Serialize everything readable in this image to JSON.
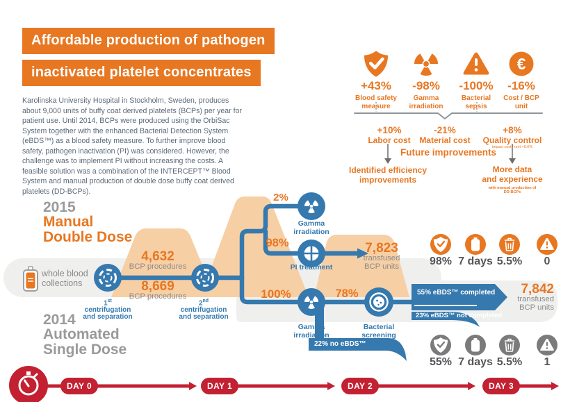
{
  "title": {
    "line1": "Affordable production of pathogen",
    "line2": "inactivated platelet concentrates"
  },
  "intro": "Karolinska University Hospital in Stockholm, Sweden, produces about 9,000 units of buffy coat derived platelets (BCPs) per year for patient use. Until 2014, BCPs were produced using the OrbiSac System together with the enhanced Bacterial Detection System (eBDS™) as a blood safety measure. To further improve blood safety, pathogen inactivation (PI) was considered. However, the challenge was to implement PI without increasing the costs. A feasible solution was a combination of the INTERCEPT™ Blood System and manual production of double dose buffy coat derived platelets (DD-BCPs).",
  "outcomes": {
    "items": [
      {
        "icon": "shield-check-icon",
        "value": "+43%",
        "label": "Blood safety measure"
      },
      {
        "icon": "radiation-icon",
        "value": "-98%",
        "label": "Gamma irradiation"
      },
      {
        "icon": "warning-icon",
        "value": "-100%",
        "label": "Bacterial sepsis"
      },
      {
        "icon": "euro-icon",
        "value": "-16%",
        "label": "Cost / BCP unit"
      }
    ],
    "euro_symbol": "€"
  },
  "costs": {
    "items": [
      {
        "value": "+10%",
        "label": "Labor cost"
      },
      {
        "value": "-21%",
        "label": "Material cost"
      },
      {
        "value": "+8%",
        "label": "Quality control",
        "note": "impact cost / unit +0.6%"
      }
    ],
    "future_heading": "Future improvements",
    "labor_outcome_line1": "Identified efficiency",
    "labor_outcome_line2": "improvements",
    "quality_outcome_line1": "More data",
    "quality_outcome_line2": "and experience",
    "quality_outcome_note": "with manual production of DD-BCPs"
  },
  "flow": {
    "year_2015": "2015",
    "method_2015_line1": "Manual",
    "method_2015_line2": "Double Dose",
    "year_2014": "2014",
    "method_2014_line1": "Automated",
    "method_2014_line2": "Single Dose",
    "source_label": "whole blood collections",
    "centrifugation_1": {
      "num": "1",
      "suffix": "st",
      "line1": "centrifugation",
      "line2": "and separation"
    },
    "centrifugation_2": {
      "num": "2",
      "suffix": "nd",
      "line1": "centrifugation",
      "line2": "and separation"
    },
    "bcp_2015": {
      "value": "4,632",
      "label": "BCP procedures"
    },
    "bcp_2014": {
      "value": "8,669",
      "label": "BCP procedures"
    },
    "branch_gamma_2015": {
      "pct": "2%",
      "label1": "Gamma",
      "label2": "irradiation"
    },
    "branch_pi": {
      "pct": "98%",
      "label": "PI treatment"
    },
    "transfused_2015": {
      "value": "7,823",
      "label1": "transfused",
      "label2": "BCP units"
    },
    "branch_gamma_2014": {
      "pct": "100%",
      "label1": "Gamma",
      "label2": "irradiation"
    },
    "branch_screening": {
      "pct": "78%",
      "label1": "Bacterial",
      "label2": "screening"
    },
    "ebds_completed": "55% eBDS™ completed",
    "ebds_not_completed": "23% eBDS™ not completed",
    "no_ebds": "22% no eBDS™",
    "transfused_2014": {
      "value": "7,842",
      "label1": "transfused",
      "label2": "BCP units"
    }
  },
  "stats_2015": {
    "items": [
      {
        "icon": "shield-check-icon",
        "value": "98%"
      },
      {
        "icon": "blood-bag-icon",
        "value": "7 days"
      },
      {
        "icon": "trash-icon",
        "value": "5.5%"
      },
      {
        "icon": "warning-icon",
        "value": "0"
      }
    ]
  },
  "stats_2014": {
    "items": [
      {
        "icon": "shield-check-icon",
        "value": "55%"
      },
      {
        "icon": "blood-bag-icon",
        "value": "7 days"
      },
      {
        "icon": "trash-icon",
        "value": "5.5%"
      },
      {
        "icon": "warning-icon",
        "value": "1"
      }
    ]
  },
  "timeline": {
    "days": [
      {
        "label": "DAY 0"
      },
      {
        "label": "DAY 1"
      },
      {
        "label": "DAY 2"
      },
      {
        "label": "DAY 3"
      }
    ]
  },
  "colors": {
    "orange": "#E87722",
    "peach": "#F7CFA5",
    "blue": "#3579AE",
    "crimson": "#C32032",
    "band_gray": "#EFEFED",
    "text_gray": "#9A9A9A",
    "slate": "#5B6B7A",
    "stat_dark": "#55565A",
    "icon_gray": "#7B7B7B"
  }
}
